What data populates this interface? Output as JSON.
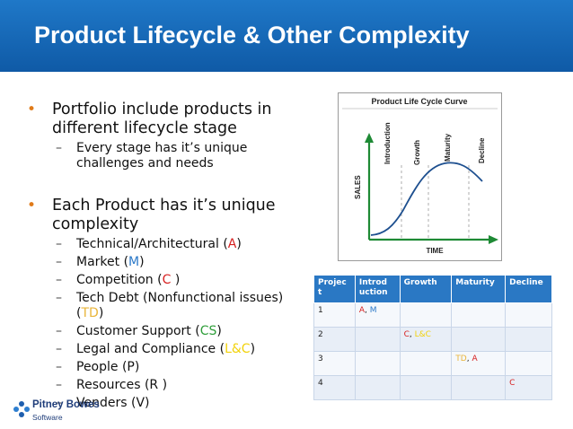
{
  "title": "Product Lifecycle & Other Complexity",
  "bullets": {
    "b1_text": "Portfolio include products in different lifecycle stage",
    "b1_sub": "Every stage has it’s unique challenges and needs",
    "b2_text": "Each Product has it’s unique complexity",
    "items": [
      {
        "label": "Technical/Architectural (",
        "code": "A",
        "end": ")"
      },
      {
        "label": "Market (",
        "code": "M",
        "end": ")"
      },
      {
        "label": "Competition (",
        "code": "C",
        "end": " )"
      },
      {
        "label": "Tech Debt (Nonfunctional issues) (",
        "code": "TD",
        "end": ")"
      },
      {
        "label": "Customer Support  (",
        "code": "CS",
        "end": ")"
      },
      {
        "label": "Legal and Compliance  (",
        "code": "L&C",
        "end": ")"
      },
      {
        "label": "People (P)",
        "code": "",
        "end": ""
      },
      {
        "label": "Resources (R )",
        "code": "",
        "end": ""
      },
      {
        "label": "Venders (V)",
        "code": "",
        "end": ""
      }
    ]
  },
  "curve_chart": {
    "title": "Product Life Cycle Curve",
    "ylabel": "SALES",
    "xlabel": "TIME",
    "stages": [
      "Introduction",
      "Growth",
      "Maturity",
      "Decline"
    ]
  },
  "table": {
    "headers": [
      "Projec t",
      "Introd uction",
      "Growth",
      "Maturity",
      "Decline"
    ],
    "rows": [
      {
        "project": "1",
        "intro_a": "A",
        "intro_sep": ", ",
        "intro_b": "M",
        "growth_a": "",
        "growth_sep": "",
        "growth_b": "",
        "maturity_a": "",
        "maturity_sep": "",
        "maturity_b": "",
        "decline": ""
      },
      {
        "project": "2",
        "intro_a": "",
        "intro_sep": "",
        "intro_b": "",
        "growth_a": "C",
        "growth_sep": ", ",
        "growth_b": "L&C",
        "maturity_a": "",
        "maturity_sep": "",
        "maturity_b": "",
        "decline": ""
      },
      {
        "project": "3",
        "intro_a": "",
        "intro_sep": "",
        "intro_b": "",
        "growth_a": "",
        "growth_sep": "",
        "growth_b": "",
        "maturity_a": "TD",
        "maturity_sep": ", ",
        "maturity_b": "A",
        "decline": ""
      },
      {
        "project": "4",
        "intro_a": "",
        "intro_sep": "",
        "intro_b": "",
        "growth_a": "",
        "growth_sep": "",
        "growth_b": "",
        "maturity_a": "",
        "maturity_sep": "",
        "maturity_b": "",
        "decline": "C"
      }
    ]
  },
  "logo": {
    "line1": "Pitney Bowes",
    "line2": "Software"
  },
  "colors": {
    "title_bg": "#1f78c8",
    "bullet": "#e07b1a",
    "code_red": "#d61f1f",
    "code_blue": "#2b79c8",
    "code_orange": "#e9b53a",
    "code_green": "#2f9e3a",
    "code_yellow": "#f2d20a",
    "table_header": "#2a78c4"
  }
}
